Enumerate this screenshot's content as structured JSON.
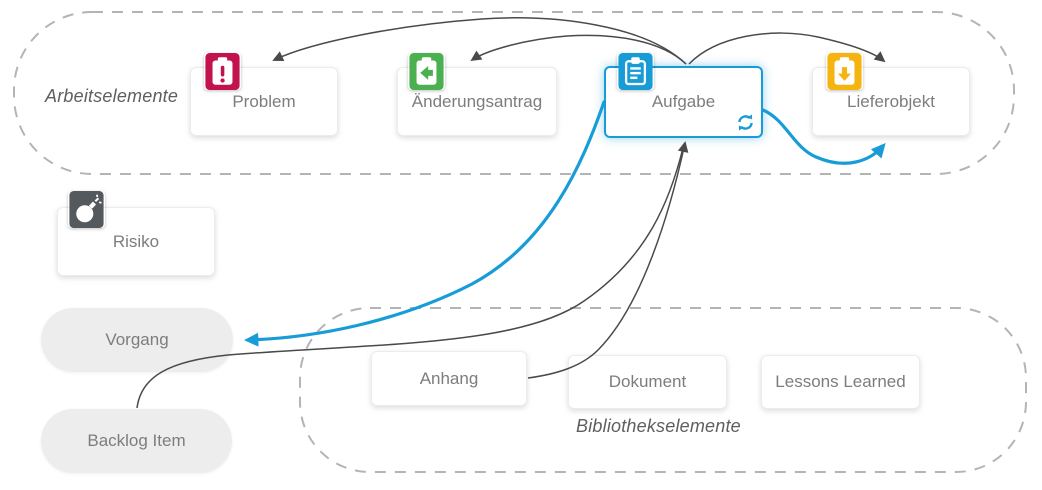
{
  "diagram": {
    "groups": {
      "arbeitselemente": {
        "label": "Arbeitselemente"
      },
      "bibliothekselemente": {
        "label": "Bibliothekselemente"
      }
    },
    "nodes": {
      "problem": {
        "label": "Problem",
        "icon": "problem-exclamation-icon",
        "icon_color": "#c2134e"
      },
      "aenderungsantrag": {
        "label": "Änderungsantrag",
        "icon": "change-request-icon",
        "icon_color": "#4bb04f"
      },
      "aufgabe": {
        "label": "Aufgabe",
        "icon": "task-clipboard-icon",
        "icon_color": "#189cd8",
        "state": "selected",
        "badge_icon": "sync-icon"
      },
      "lieferobjekt": {
        "label": "Lieferobjekt",
        "icon": "deliverable-icon",
        "icon_color": "#f6b411"
      },
      "risiko": {
        "label": "Risiko",
        "icon": "risk-bomb-icon",
        "icon_color": "#54595e"
      },
      "vorgang": {
        "label": "Vorgang"
      },
      "backlog_item": {
        "label": "Backlog Item"
      },
      "anhang": {
        "label": "Anhang"
      },
      "dokument": {
        "label": "Dokument"
      },
      "lessons_learned": {
        "label": "Lessons Learned"
      }
    },
    "edges": [
      {
        "from": "aufgabe",
        "to": "problem",
        "style": "gray"
      },
      {
        "from": "aufgabe",
        "to": "aenderungsantrag",
        "style": "gray"
      },
      {
        "from": "aufgabe",
        "to": "lieferobjekt",
        "style": "gray"
      },
      {
        "from": "aufgabe",
        "to": "vorgang",
        "style": "blue"
      },
      {
        "from": "aufgabe",
        "to": "lieferobjekt",
        "style": "blue"
      },
      {
        "from": "anhang",
        "to": "aufgabe",
        "style": "gray"
      },
      {
        "from": "backlog_item",
        "to": "aufgabe",
        "style": "gray"
      }
    ],
    "colors": {
      "arrow_gray": "#4a4a4a",
      "arrow_blue": "#189cd8",
      "selection_blue": "#189cd8",
      "dashed_border": "#b4b4b4"
    }
  }
}
